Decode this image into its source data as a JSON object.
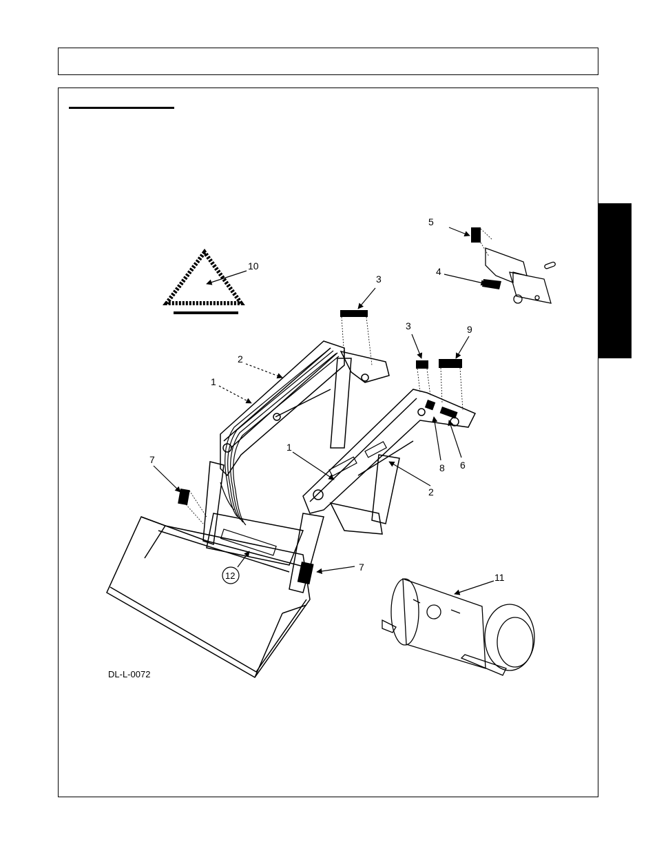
{
  "figure": {
    "code": "DL-L-0072",
    "callouts": {
      "c1a": "1",
      "c1b": "1",
      "c2a": "2",
      "c2b": "2",
      "c3a": "3",
      "c3b": "3",
      "c4": "4",
      "c5": "5",
      "c6": "6",
      "c7a": "7",
      "c7b": "7",
      "c8": "8",
      "c9": "9",
      "c10": "10",
      "c11": "11",
      "c12": "12"
    }
  }
}
